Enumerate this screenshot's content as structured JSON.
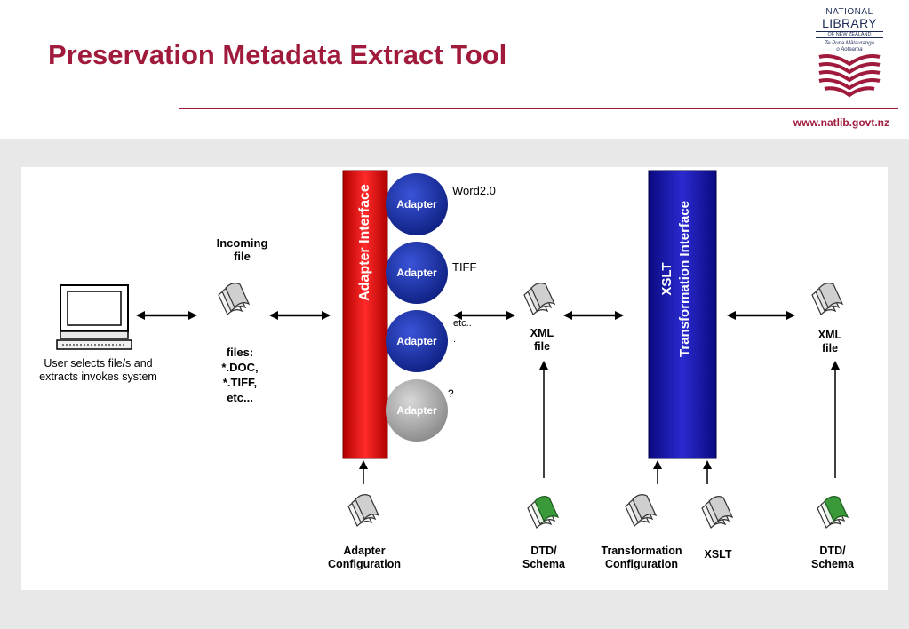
{
  "header": {
    "title": "Preservation Metadata Extract Tool",
    "url": "www.natlib.govt.nz"
  },
  "logo": {
    "line1": "NATIONAL",
    "line2": "LIBRARY",
    "line3": "OF NEW ZEALAND",
    "maori_line1": "Te Puna Mātauranga",
    "maori_line2": "o Aotearoa"
  },
  "diagram": {
    "user_label_line1": "User selects file/s and",
    "user_label_line2": "extracts invokes system",
    "incoming_line1": "Incoming",
    "incoming_line2": "file",
    "files_line1": "files:",
    "files_line2": "*.DOC,",
    "files_line3": "*.TIFF,",
    "files_line4": "etc...",
    "adapter_interface": "Adapter Interface",
    "adapters": [
      {
        "label": "Adapter",
        "note": "Word2.0"
      },
      {
        "label": "Adapter",
        "note": "TIFF"
      },
      {
        "label": "Adapter",
        "note": "etc.."
      },
      {
        "label": "Adapter",
        "note": "?"
      }
    ],
    "adapter_dot": ".",
    "xml1_line1": "XML",
    "xml1_line2": "file",
    "xslt_title": "XSLT",
    "transformation_interface": "Transformation Interface",
    "xml2_line1": "XML",
    "xml2_line2": "file",
    "adapter_config_line1": "Adapter",
    "adapter_config_line2": "Configuration",
    "dtd1_line1": "DTD/",
    "dtd1_line2": "Schema",
    "transform_config_line1": "Transformation",
    "transform_config_line2": "Configuration",
    "xslt_doc": "XSLT",
    "dtd2_line1": "DTD/",
    "dtd2_line2": "Schema"
  },
  "colors": {
    "title": "#a01a3c",
    "adapter_bar": "#e01818",
    "xslt_bar": "#1a1aa8",
    "adapter_circle": "#1c2fa0",
    "unknown_circle": "#9a9a9a",
    "doc_grey": "#c8c8c8",
    "doc_green": "#3a9a3a"
  }
}
